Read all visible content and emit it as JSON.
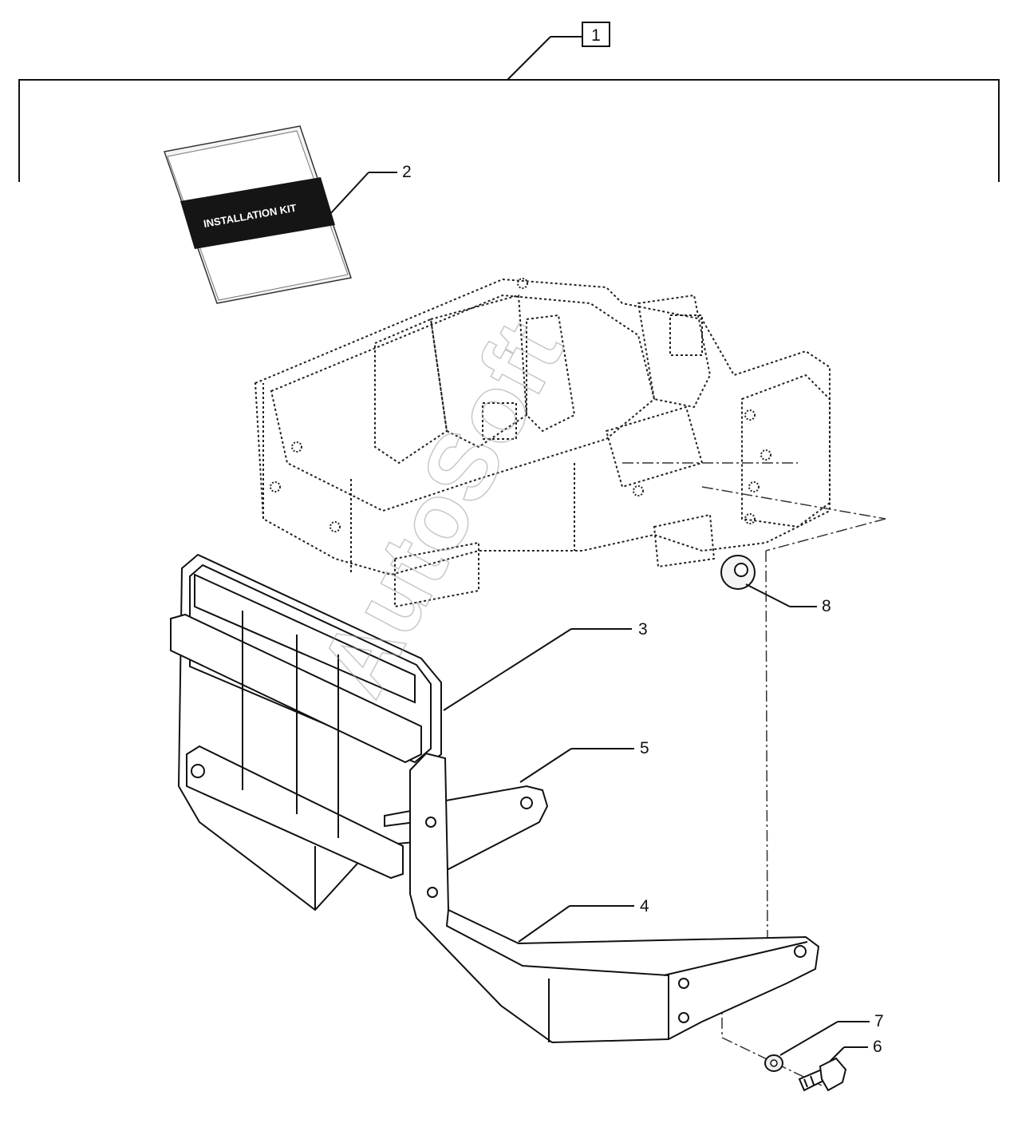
{
  "diagram": {
    "callouts": [
      {
        "id": "1",
        "label": "1"
      },
      {
        "id": "2",
        "label": "2"
      },
      {
        "id": "3",
        "label": "3"
      },
      {
        "id": "4",
        "label": "4"
      },
      {
        "id": "5",
        "label": "5"
      },
      {
        "id": "6",
        "label": "6"
      },
      {
        "id": "7",
        "label": "7"
      },
      {
        "id": "8",
        "label": "8"
      }
    ],
    "kit_booklet_title": "INSTALLATION KIT",
    "watermark": "AutoSoft"
  }
}
